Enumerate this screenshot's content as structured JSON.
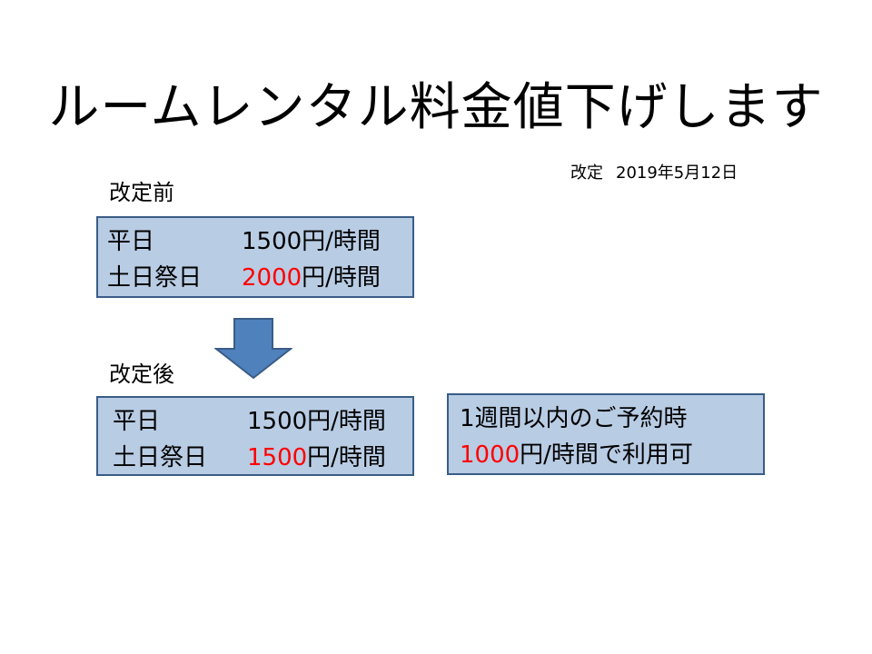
{
  "title": "ルームレンタル料金値下げします",
  "revised": {
    "label": "改定",
    "date": "2019年5月12日"
  },
  "before": {
    "heading": "改定前",
    "rows": [
      {
        "day": "平日",
        "price": "1500",
        "unit": "円/時間",
        "price_color": "#000000"
      },
      {
        "day": "土日祭日",
        "price": "2000",
        "unit": "円/時間",
        "price_color": "#ff0000"
      }
    ]
  },
  "after": {
    "heading": "改定後",
    "rows": [
      {
        "day": "平日",
        "price": "1500",
        "unit": "円/時間",
        "price_color": "#000000"
      },
      {
        "day": "土日祭日",
        "price": "1500",
        "unit": "円/時間",
        "price_color": "#ff0000"
      }
    ]
  },
  "note": {
    "line1": "1週間以内のご予約時",
    "line2_price": "1000",
    "line2_rest": "円/時間で利用可"
  },
  "colors": {
    "box_fill": "#b8cce4",
    "box_border": "#3a5c86",
    "arrow_fill": "#4f81bd",
    "highlight": "#ff0000"
  },
  "icons": {
    "arrow": "down-arrow-icon"
  }
}
